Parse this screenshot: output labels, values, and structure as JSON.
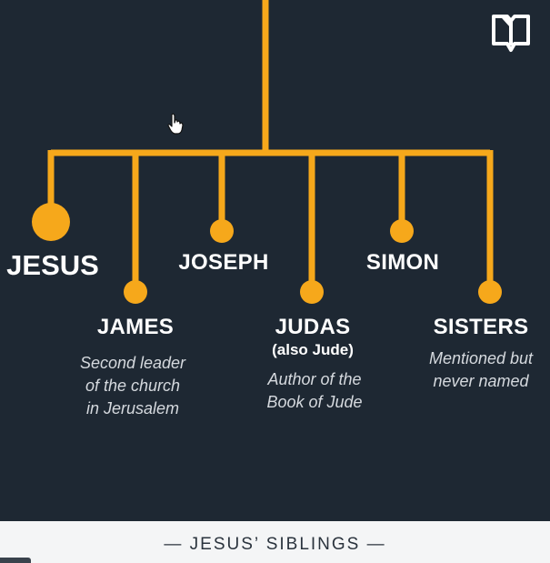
{
  "diagram": {
    "accent": "#f6a81b",
    "background": "#1e2833",
    "caption": "— JESUS’ SIBLINGS —",
    "people": [
      {
        "id": "jesus",
        "name": "JESUS",
        "note": "",
        "description": []
      },
      {
        "id": "james",
        "name": "JAMES",
        "note": "",
        "description": [
          "Second leader",
          "of the church",
          "in Jerusalem"
        ]
      },
      {
        "id": "joseph",
        "name": "JOSEPH",
        "note": "",
        "description": []
      },
      {
        "id": "judas",
        "name": "JUDAS",
        "note": "(also Jude)",
        "description": [
          "Author of the",
          "Book of Jude"
        ]
      },
      {
        "id": "simon",
        "name": "SIMON",
        "note": "",
        "description": []
      },
      {
        "id": "sisters",
        "name": "SISTERS",
        "note": "",
        "description": [
          "Mentioned but",
          "never named"
        ]
      }
    ]
  },
  "icons": {
    "logo": "open-book-icon",
    "pointer": "hand-cursor-icon"
  }
}
